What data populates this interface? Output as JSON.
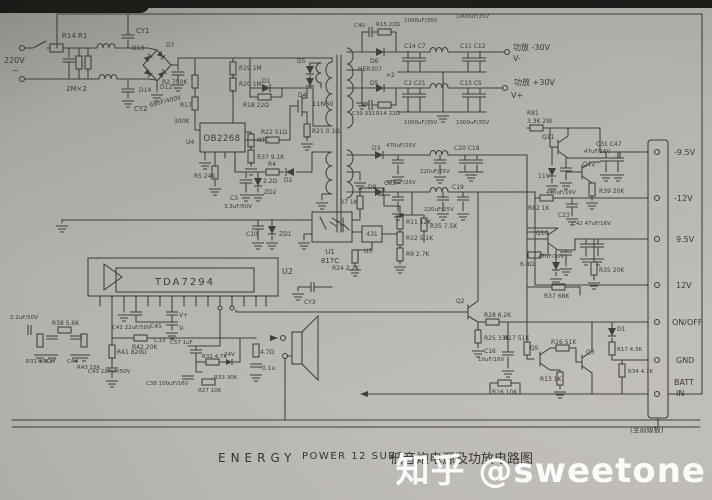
{
  "watermark": "知乎 @sweetone",
  "footer": {
    "brand": "ENERGY",
    "model": "POWER 12  SUB",
    "caption": "低音炮电源及功放电路图"
  },
  "connector": {
    "pins": [
      "-9.5V",
      "-12V",
      "9.5V",
      "12V",
      "ON/OFF",
      "GND"
    ],
    "batt1": "BATT",
    "batt2": "IN",
    "note": "(至前级板)"
  },
  "mains": {
    "v": "220V",
    "tilde": "~",
    "r14r1": "R14 R1",
    "mx2": "2M×2",
    "cy1": "CY1",
    "cy2": "CY2",
    "d13": "D13",
    "d7": "D7",
    "d14": "D14",
    "d12": "D12",
    "bulk": "68uF/400V"
  },
  "pwm": {
    "r2": "R2 750K",
    "r17": "R17",
    "r17v": "300K",
    "r19": "R19 1M",
    "r20": "R20 1M",
    "u4": "U4",
    "ic": "OB2268",
    "d1": "D1",
    "r18": "R18 22Ω",
    "r22": "R22 51Ω",
    "d5": "D5",
    "d4": "D4",
    "fet": "11N60",
    "r21": "R21 0.1Ω",
    "ntc": "NTC",
    "r37": "R37 9.1K",
    "r4": "R4",
    "r4v": "2.2Ω",
    "d2": "D2",
    "zd2": "ZD2",
    "r5": "R5 24K",
    "c3": "C3",
    "c3v": "3.3uF/50V",
    "c10": "C10",
    "zd1": "ZD1"
  },
  "fb": {
    "u1": "U1",
    "u1t": "817C",
    "u5": "U5",
    "tl": "431",
    "r7": "R7 1K",
    "c63": "C63",
    "r24": "R24 2.2K",
    "r11": "R11 12K",
    "r12": "R12 5.1K",
    "r9": "R9 2.7K",
    "r35": "R35 7.5K",
    "cy3": "CY3"
  },
  "sec": {
    "c40": "C40",
    "r15": "R15 22Ω",
    "e1": "1000uF/35V",
    "e2": "1000uF/35V",
    "e3": "1000uF/35V",
    "e4": "1000uF/35V",
    "c14c7": "C14 C7",
    "c11c12": "C11 C12",
    "d6": "D6",
    "her": "HER307",
    "x2": "×2",
    "d5": "D5",
    "c2c21": "C2 C21",
    "c13c5": "C13 C5",
    "c39": "C39 331",
    "r14": "R14 22Ω",
    "outn": "功放 -30V",
    "outn2": "V-",
    "outp": "功放 +30V",
    "outp2": "V+"
  },
  "aux": {
    "d3": "D3",
    "c470a": "470uF/25V",
    "c220a": "220uF/25V",
    "c20c18": "C20 C18",
    "d9": "D9",
    "c470b": "470uF/25V",
    "c19": "C19",
    "c220b": "220uF/25V"
  },
  "reg": {
    "r81": "R81",
    "r81v": "3.3K 2W",
    "q11": "Q11",
    "zd11": "11V",
    "c470": "470uF/16V",
    "c31c47": "C31 C47",
    "c47": "47uF/16V",
    "q12": "Q12",
    "r39": "R39 20K",
    "r82": "R82 1K",
    "c23": "C23",
    "c42": "C42 47uF/16V",
    "q10": "Q10",
    "c47b": "47uF/16V",
    "r68": "6.8Ω",
    "r35": "R35 20K",
    "r37": "R37 68K"
  },
  "ctl": {
    "q2": "Q2",
    "r28": "R28 6.2K",
    "r25": "R25 33K",
    "c16": "C16",
    "c16v": "10uF/16V",
    "r17a": "R17 51K",
    "q5": "Q5",
    "r16a": "R16 51K",
    "q3": "Q3",
    "r13": "R13 1K",
    "r16b": "R16 10K",
    "d1": "D1",
    "r17b": "R17 4.3K",
    "r34": "R34 4.7K"
  },
  "amp": {
    "u2": "U2",
    "ic": "TDA7294",
    "c41": "C41 22uF/50V",
    "vp": "V+",
    "c45": "C45",
    "vm": "V-",
    "c15": "C15",
    "r41": "R41 820Ω",
    "r42": "R42 20K",
    "c43": "C43 220uF/50V",
    "cin": "2.2uF/50V",
    "r38": "R38 5.6K",
    "r31": "R31 10K",
    "c27": "C27",
    "c44": "C44",
    "r43": "R43 15K",
    "c57": "C57 1uF",
    "r32": "R32 4.7K",
    "zd": "24V",
    "r33": "R33 30K",
    "r27": "R27 10K",
    "c38": "C38 100uF/16V",
    "rz": "4.7Ω",
    "cz": "0.1u"
  }
}
